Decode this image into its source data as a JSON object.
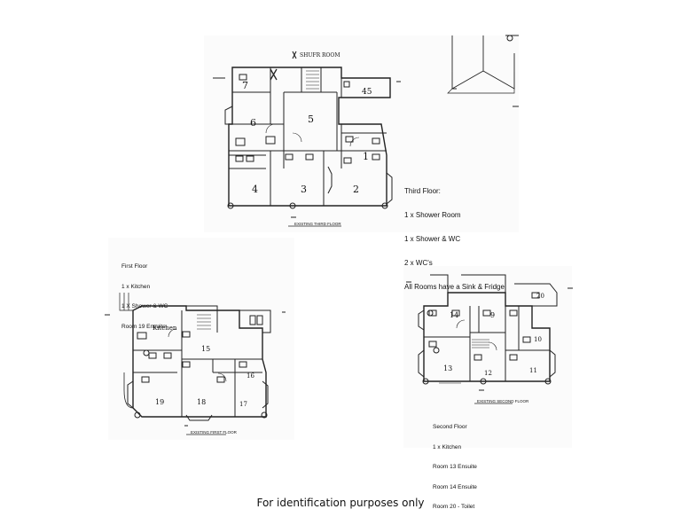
{
  "third_floor": {
    "room_labels": [
      "7",
      "45",
      "6",
      "5",
      "1",
      "4",
      "3",
      "2"
    ],
    "handwritten_note": "SHUFR ROOM",
    "notes": [
      "Third Floor:",
      "1 x Shower Room",
      "1 x Shower & WC",
      "2 x WC's",
      "All Rooms have a Sink & Fridge"
    ],
    "caption": "EXISTING THIRD FLOOR"
  },
  "first_floor": {
    "room_labels": [
      "Kitchen",
      "15",
      "16",
      "19",
      "18",
      "17"
    ],
    "notes": [
      "First Floor",
      "1 x Kitchen",
      "1 X Shower & WC",
      "Room 19 Ensuite"
    ],
    "caption": "EXISTING FIRST FLOOR"
  },
  "second_floor": {
    "room_labels": [
      "20",
      "14",
      "9",
      "10",
      "13",
      "12",
      "11"
    ],
    "notes": [
      "Second Floor",
      "1 x Kitchen",
      "Room 13 Ensuite",
      "Room 14 Ensuite",
      "Room 20 - Toilet"
    ],
    "caption": "EXISTING SECOND FLOOR"
  },
  "footer_text": "For identification  purposes only"
}
